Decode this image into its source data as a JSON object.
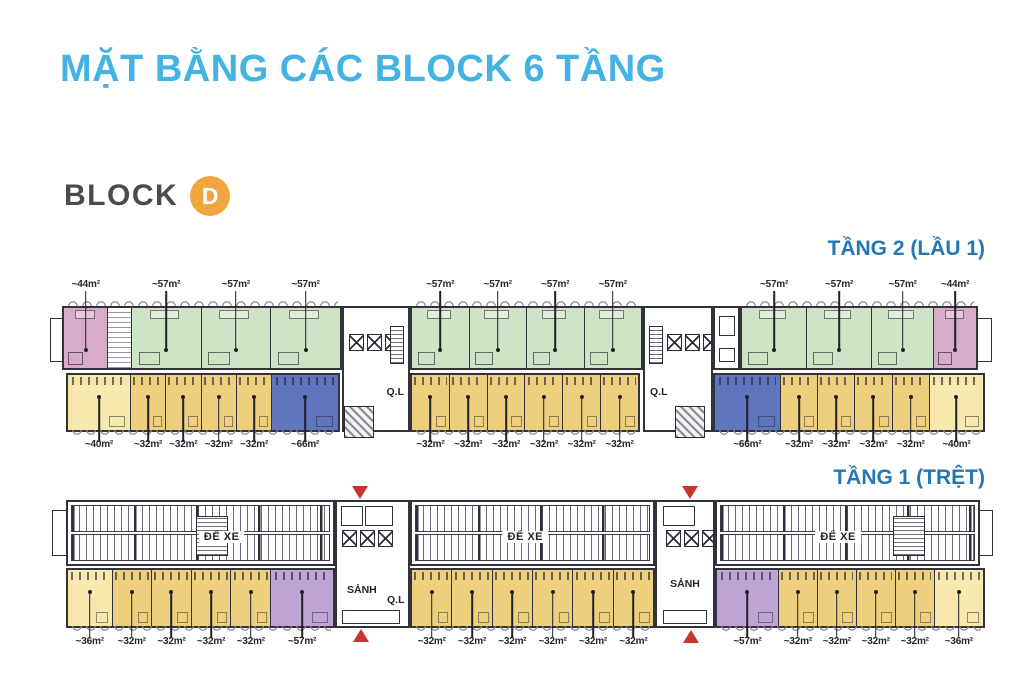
{
  "header": {
    "title": "MẶT BẰNG CÁC BLOCK 6 TẦNG",
    "block_word": "BLOCK",
    "block_letter": "D"
  },
  "colors": {
    "title_blue": "#44b3e3",
    "floor_name_blue": "#2377b5",
    "badge_orange": "#f1a53f",
    "wall": "#32323c",
    "marker_red": "#c6352e",
    "unit_green": "#cfe3c6",
    "unit_pink": "#d8abc9",
    "unit_yellow": "#eecf7e",
    "unit_cream": "#f7e9ad",
    "unit_blue": "#5f75bd",
    "unit_purple": "#bfa5d5"
  },
  "floors": {
    "floor2": {
      "name": "TẦNG 2 (LẦU 1)",
      "management_labels": [
        "Q.L",
        "Q.L"
      ],
      "top_row": {
        "groups": [
          {
            "units": [
              {
                "area": "~44m²",
                "type": "pink"
              },
              {
                "area": "",
                "type": "stair"
              },
              {
                "area": "~57m²",
                "type": "green"
              },
              {
                "area": "~57m²",
                "type": "green"
              },
              {
                "area": "~57m²",
                "type": "green"
              }
            ]
          },
          {
            "units": [
              {
                "area": "~57m²",
                "type": "green"
              },
              {
                "area": "~57m²",
                "type": "green"
              },
              {
                "area": "~57m²",
                "type": "green"
              },
              {
                "area": "~57m²",
                "type": "green"
              }
            ]
          },
          {
            "units": [
              {
                "area": "~57m²",
                "type": "green"
              },
              {
                "area": "~57m²",
                "type": "green"
              },
              {
                "area": "~57m²",
                "type": "green"
              },
              {
                "area": "~44m²",
                "type": "pink"
              }
            ]
          }
        ]
      },
      "bottom_row": {
        "groups": [
          {
            "units": [
              {
                "area": "~40m²",
                "type": "cream"
              },
              {
                "area": "~32m²",
                "type": "yellow"
              },
              {
                "area": "~32m²",
                "type": "yellow"
              },
              {
                "area": "~32m²",
                "type": "yellow"
              },
              {
                "area": "~32m²",
                "type": "yellow"
              },
              {
                "area": "~66m²",
                "type": "blue"
              }
            ]
          },
          {
            "units": [
              {
                "area": "~32m²",
                "type": "yellow"
              },
              {
                "area": "~32m²",
                "type": "yellow"
              },
              {
                "area": "~32m²",
                "type": "yellow"
              },
              {
                "area": "~32m²",
                "type": "yellow"
              },
              {
                "area": "~32m²",
                "type": "yellow"
              },
              {
                "area": "~32m²",
                "type": "yellow"
              }
            ]
          },
          {
            "units": [
              {
                "area": "~66m²",
                "type": "blue"
              },
              {
                "area": "~32m²",
                "type": "yellow"
              },
              {
                "area": "~32m²",
                "type": "yellow"
              },
              {
                "area": "~32m²",
                "type": "yellow"
              },
              {
                "area": "~32m²",
                "type": "yellow"
              },
              {
                "area": "~40m²",
                "type": "cream"
              }
            ]
          }
        ]
      }
    },
    "floor1": {
      "name": "TẦNG 1 (TRỆT)",
      "parking_labels": [
        "ĐỂ XE",
        "ĐỂ XE",
        "ĐỂ XE"
      ],
      "lobby_labels": [
        "SẢNH",
        "SẢNH"
      ],
      "management_label": "Q.L",
      "bottom_row": {
        "groups": [
          {
            "units": [
              {
                "area": "~36m²",
                "type": "cream"
              },
              {
                "area": "~32m²",
                "type": "yellow"
              },
              {
                "area": "~32m²",
                "type": "yellow"
              },
              {
                "area": "~32m²",
                "type": "yellow"
              },
              {
                "area": "~32m²",
                "type": "yellow"
              },
              {
                "area": "~57m²",
                "type": "purple"
              }
            ]
          },
          {
            "units": [
              {
                "area": "~32m²",
                "type": "yellow"
              },
              {
                "area": "~32m²",
                "type": "yellow"
              },
              {
                "area": "~32m²",
                "type": "yellow"
              },
              {
                "area": "~32m²",
                "type": "yellow"
              },
              {
                "area": "~32m²",
                "type": "yellow"
              },
              {
                "area": "~32m²",
                "type": "yellow"
              }
            ]
          },
          {
            "units": [
              {
                "area": "~57m²",
                "type": "purple"
              },
              {
                "area": "~32m²",
                "type": "yellow"
              },
              {
                "area": "~32m²",
                "type": "yellow"
              },
              {
                "area": "~32m²",
                "type": "yellow"
              },
              {
                "area": "~32m²",
                "type": "yellow"
              },
              {
                "area": "~36m²",
                "type": "cream"
              }
            ]
          }
        ]
      }
    }
  }
}
